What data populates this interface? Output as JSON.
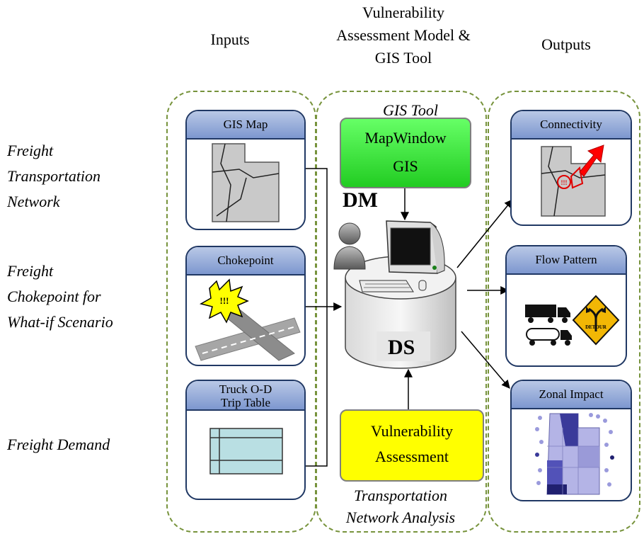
{
  "headers": {
    "inputs": "Inputs",
    "model": [
      "Vulnerability",
      "Assessment Model &",
      "GIS Tool"
    ],
    "outputs": "Outputs"
  },
  "side_labels": {
    "network": [
      "Freight",
      "Transportation",
      "Network"
    ],
    "chokepoint": [
      "Freight",
      "Chokepoint for",
      "What-if Scenario"
    ],
    "demand": "Freight Demand"
  },
  "inputs": {
    "gis_map": "GIS Map",
    "chokepoint": "Chokepoint",
    "chokepoint_badge": "!!!",
    "truck_od": [
      "Truck O-D",
      "Trip Table"
    ]
  },
  "center": {
    "gis_tool_label": "GIS Tool",
    "mapwindow": [
      "MapWindow",
      "GIS"
    ],
    "dm": "DM",
    "ds": "DS",
    "vulnerability": [
      "Vulnerability",
      "Assessment"
    ],
    "network_analysis": [
      "Transportation",
      "Network Analysis"
    ]
  },
  "outputs": {
    "connectivity": "Connectivity",
    "connectivity_badge": "!!!",
    "flow_pattern": "Flow Pattern",
    "detour_sign": "DETOUR",
    "zonal_impact": "Zonal Impact"
  },
  "colors": {
    "panel_border": "#77933c",
    "card_border": "#203864",
    "mapwindow_fill": "#33cc33",
    "vulnerability_fill": "#ffff00",
    "cylinder_fill": "#e6e6e6"
  }
}
